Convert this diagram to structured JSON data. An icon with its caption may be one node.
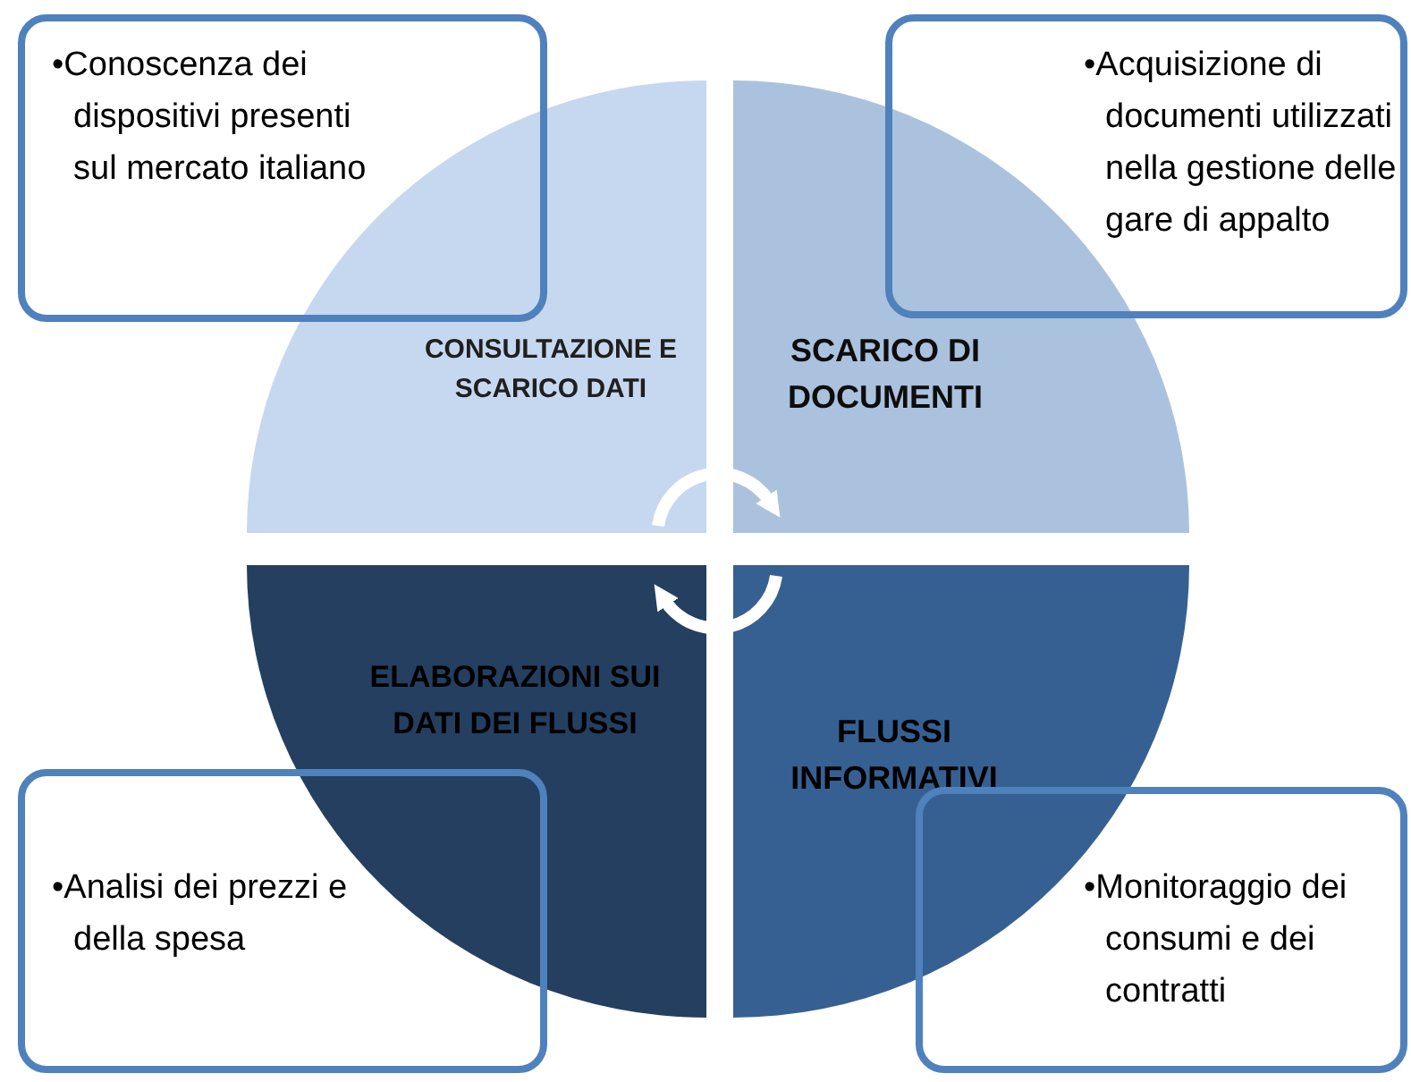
{
  "diagram": {
    "nodes": [
      {
        "text": [
          "•Conoscenza dei dispositivi presenti sul mercato italiano"
        ]
      },
      {
        "text": [
          "•Acquisizione di documenti utilizzati nella gestione delle gare di appalto"
        ]
      },
      {
        "text": [
          "CONSULTAZIONE E SCARICO DATI"
        ]
      },
      {
        "text": [
          "SCARICO DI DOCUMENTI"
        ]
      },
      {
        "text": [
          "ELABORAZIONI SUI DATI DEI FLUSSI"
        ]
      },
      {
        "text": [
          "FLUSSI INFORMATIVI"
        ]
      },
      {
        "text": [
          "•Analisi dei prezzi e della spesa"
        ]
      },
      {
        "text": [
          "•Monitoraggio dei consumi e dei contratti"
        ]
      }
    ],
    "edges": [
      {
        "from": 2,
        "to": 3,
        "arrow": "to"
      },
      {
        "from": 5,
        "to": 4,
        "arrow": "to"
      }
    ]
  }
}
